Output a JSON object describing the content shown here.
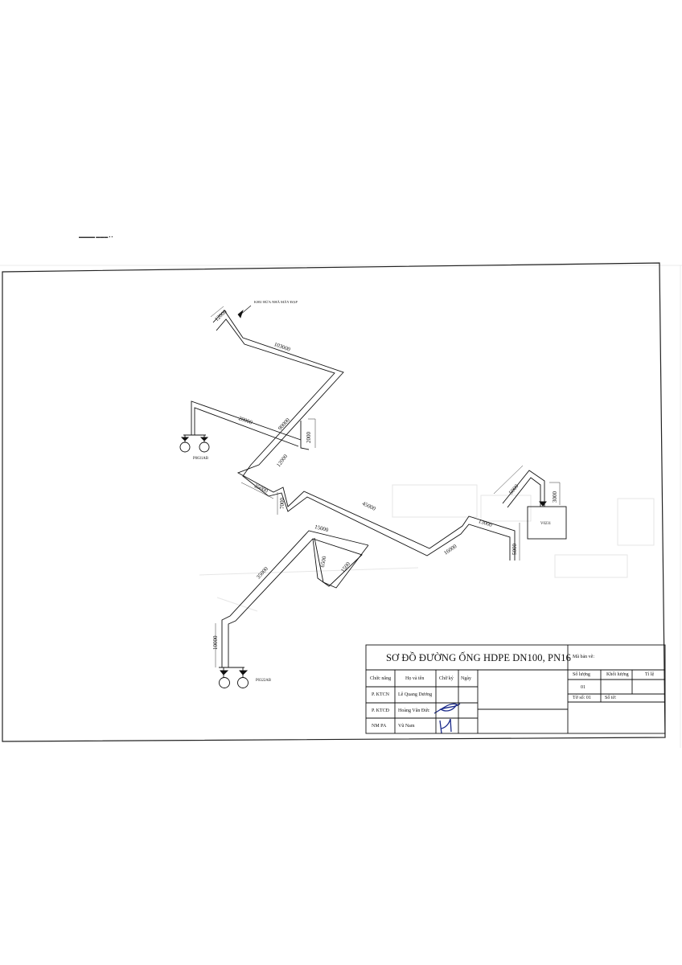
{
  "header_scribble": "▬▬▬▬ ▬▬▬ ▪ ▪",
  "drawing": {
    "top_label": "KHU RỬA NHÀ MÁY ĐẠP",
    "equipment": {
      "p0631": "P0631AB",
      "p0322": "P0322AB",
      "v0231": "V0231"
    },
    "dimensions": {
      "d12000_top": "12000",
      "d103000": "103000",
      "d90000": "90000",
      "d20000": "20000",
      "d2000": "2000",
      "d12000_mid": "12000",
      "d25000": "25000",
      "d7000": "7000",
      "d45000": "45000",
      "d15000": "15000",
      "d35000": "35000",
      "d6500": "6500",
      "d1500": "1500",
      "d16000": "16000",
      "d13000": "13000",
      "d5000_v": "5000",
      "d5000_top": "5000",
      "d3000": "3000",
      "d10000": "10000"
    }
  },
  "title_block": {
    "title": "SƠ ĐỒ ĐƯỜNG ỐNG HDPE DN100, PN16",
    "drawing_code_label": "Mã bản vẽ:",
    "quantity_label": "Số lượng",
    "weight_label": "Khối lượng",
    "scale_label": "Tỉ lệ",
    "quantity_value": "01",
    "sheet_label": "Tờ số: 01",
    "sheets_label": "Số tờ:",
    "col_function": "Chức năng",
    "col_name": "Họ và tên",
    "col_signature": "Chữ ký",
    "col_date": "Ngày",
    "rows": [
      {
        "role": "P. KTCN",
        "name": "Lê Quang Dương"
      },
      {
        "role": "P. KTCĐ",
        "name": "Hoàng Văn Đức"
      },
      {
        "role": "NM PA",
        "name": "Vũ Nam"
      }
    ]
  }
}
